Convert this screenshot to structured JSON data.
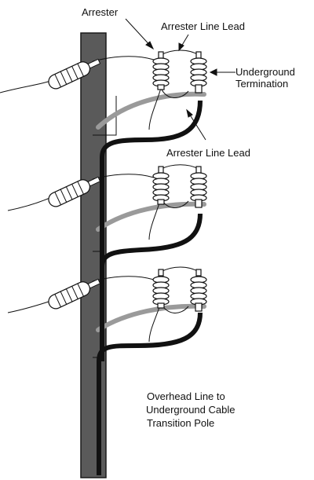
{
  "labels": {
    "arrester": "Arrester",
    "arrester_line_lead_top": "Arrester Line Lead",
    "underground_termination_line1": "Underground",
    "underground_termination_line2": "Termination",
    "arrester_line_lead_mid": "Arrester Line Lead",
    "caption_line1": "Overhead Line to",
    "caption_line2": "Underground Cable",
    "caption_line3": "Transition Pole"
  },
  "colors": {
    "pole": "#5a5a5a",
    "pole_edge": "#1a1a1a",
    "cable": "#111111",
    "gray_cable": "#9a9a9a",
    "insulator": "#ffffff",
    "line": "#111111",
    "text": "#111111"
  }
}
